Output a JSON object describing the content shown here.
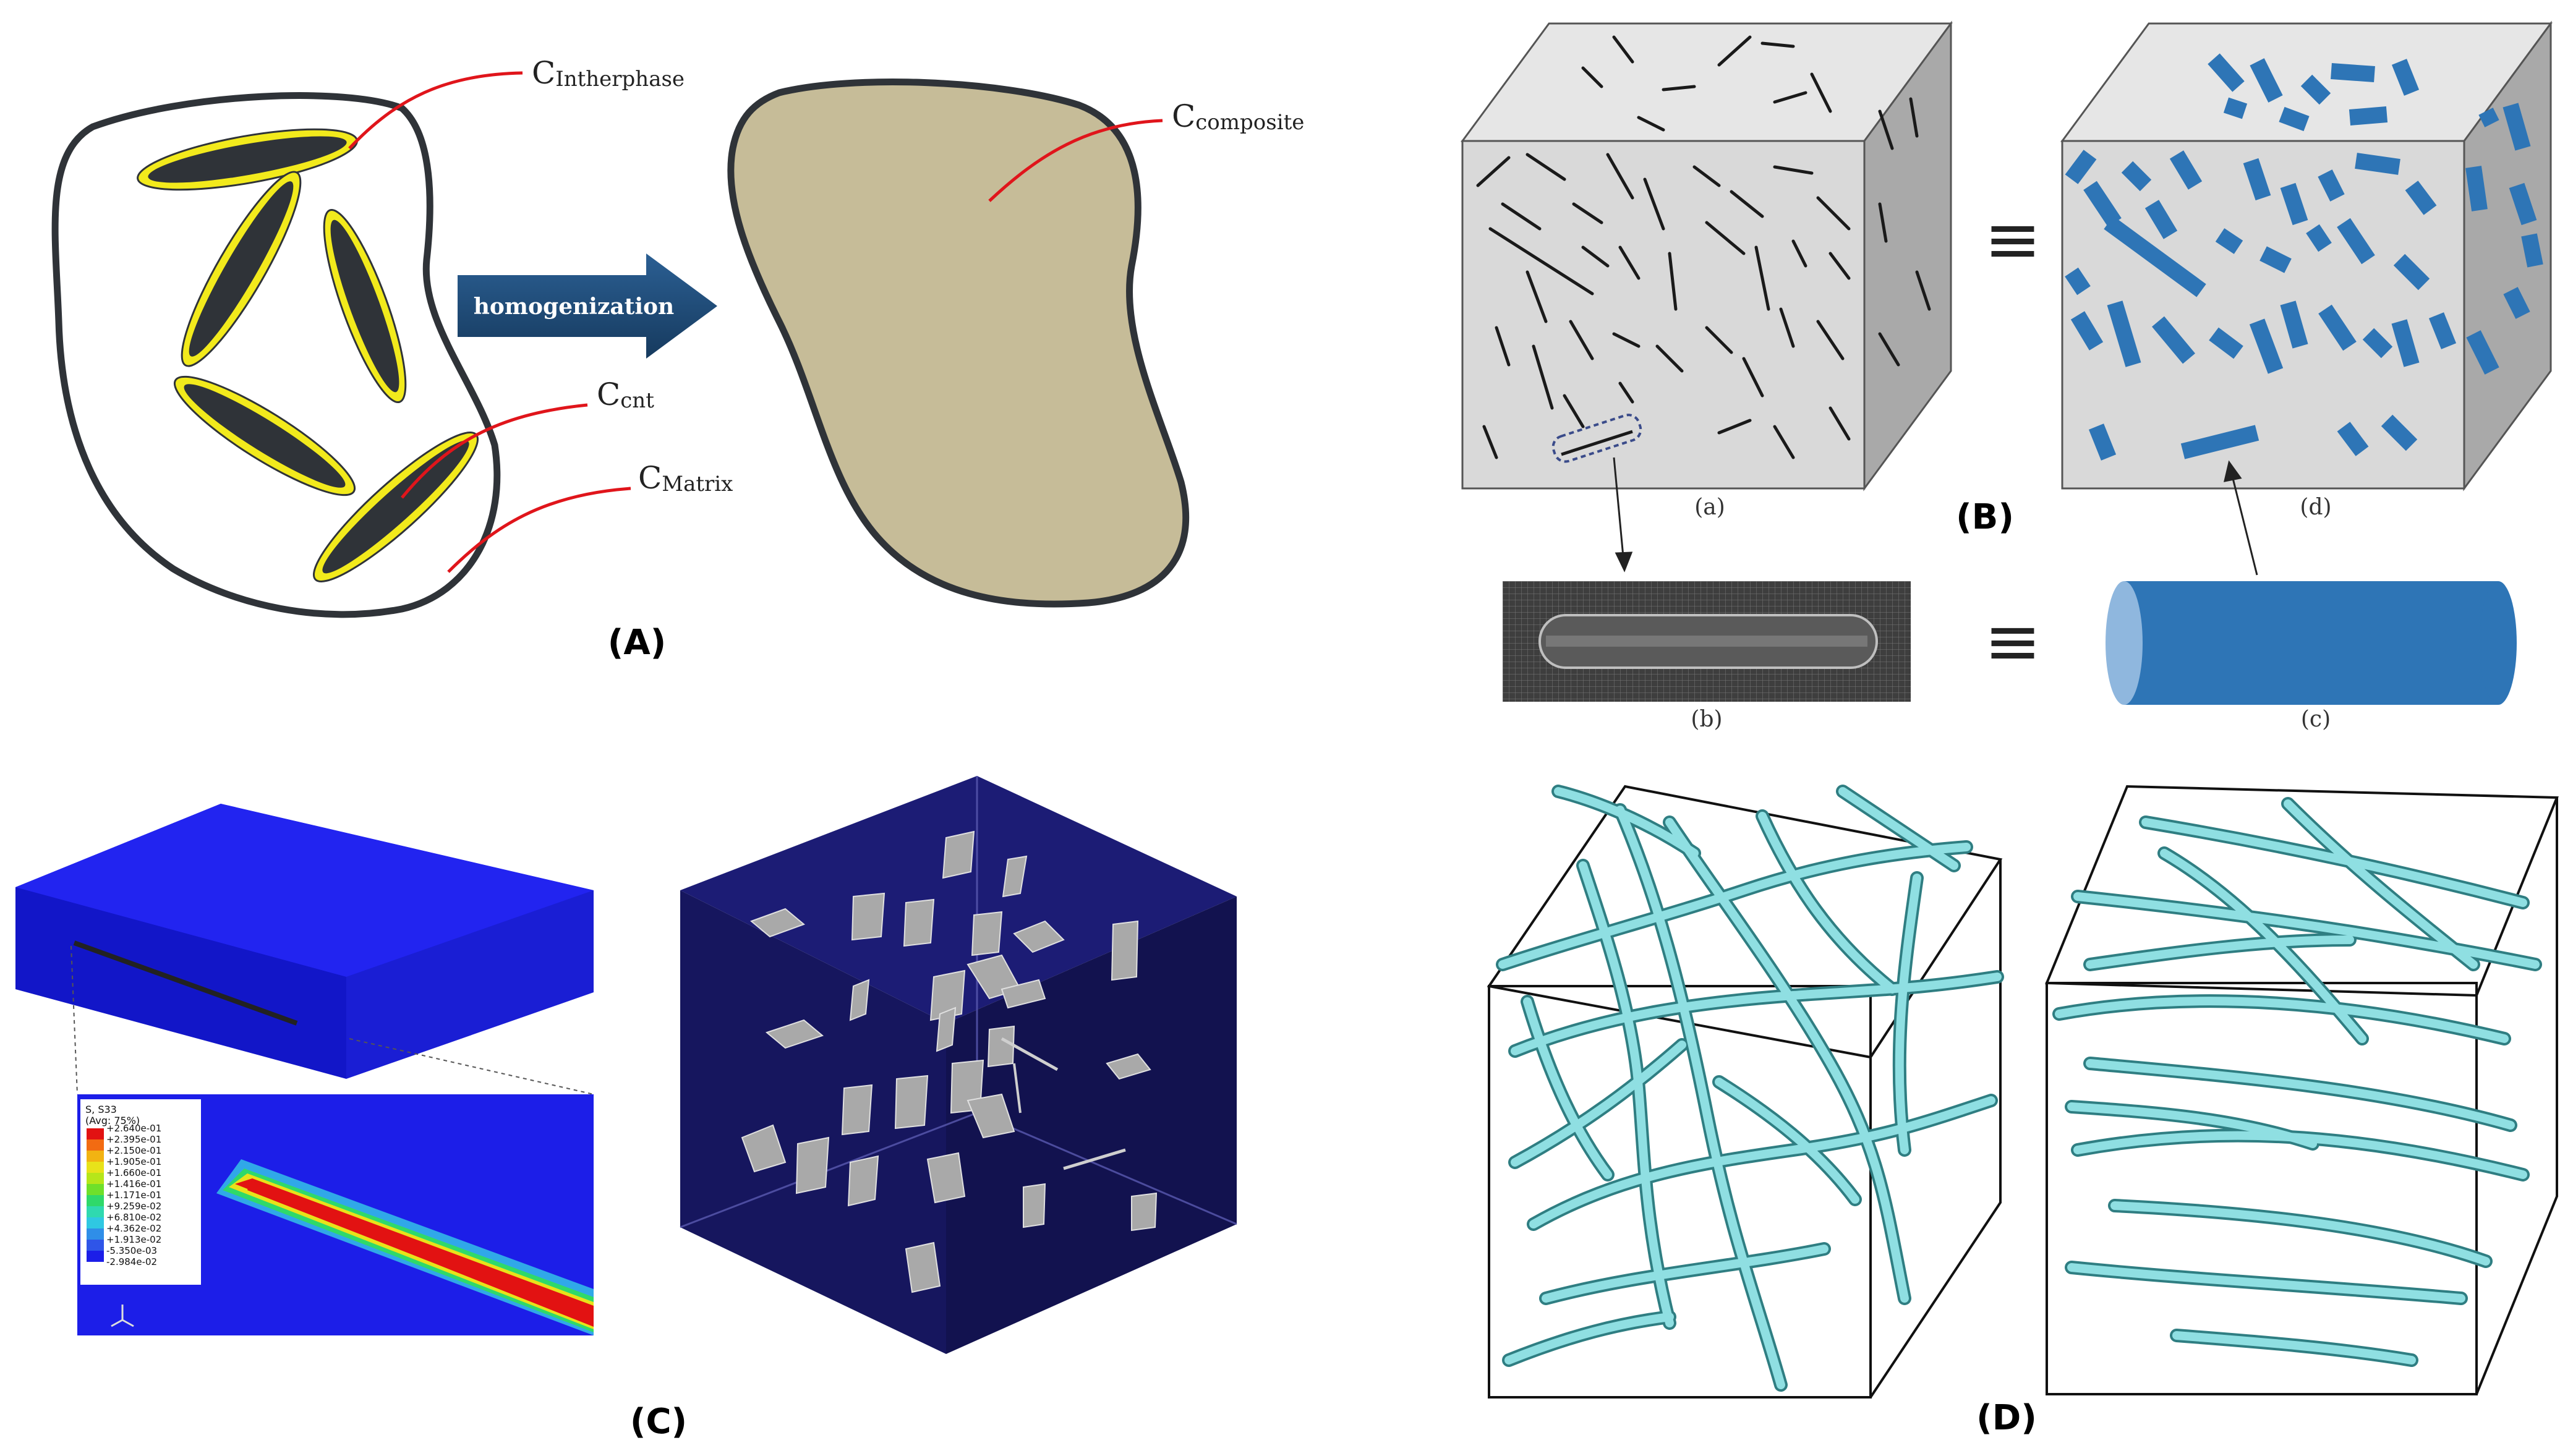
{
  "panels": {
    "a": {
      "label": "(A)",
      "c_interphase": "C",
      "c_interphase_sub": "Intherphase",
      "c_composite": "C",
      "c_composite_sub": "composite",
      "c_cnt": "C",
      "c_cnt_sub": "cnt",
      "c_matrix": "C",
      "c_matrix_sub": "Matrix",
      "arrow_text": "homogenization"
    },
    "b": {
      "label": "(B)",
      "sub_a": "(a)",
      "sub_b": "(b)",
      "sub_c": "(c)",
      "sub_d": "(d)",
      "equiv_symbol": "≡"
    },
    "c": {
      "label": "(C)",
      "legend_title_1": "S, S33",
      "legend_title_2": "(Avg: 75%)",
      "legend_values": [
        "+2.640e-01",
        "+2.395e-01",
        "+2.150e-01",
        "+1.905e-01",
        "+1.660e-01",
        "+1.416e-01",
        "+1.171e-01",
        "+9.259e-02",
        "+6.810e-02",
        "+4.362e-02",
        "+1.913e-02",
        "-5.350e-03",
        "-2.984e-02"
      ]
    },
    "d": {
      "label": "(D)"
    }
  },
  "colors": {
    "dark_ellipse": "#2f3338",
    "interphase_yellow": "#f2ea1c",
    "leader_red": "#e0151b",
    "composite_fill": "#c6bc98",
    "arrow_blue": "#1f4e79",
    "cube_front": "#d9d9d9",
    "cube_top": "#e6e6e6",
    "cube_side": "#a9a9a9",
    "fiber_blue": "#2e75b6",
    "fe_blue": "#1f24e0",
    "fe_red": "#e21212",
    "dark_cube": "#16165e",
    "cnt_cyan": "#7fd3d6"
  }
}
